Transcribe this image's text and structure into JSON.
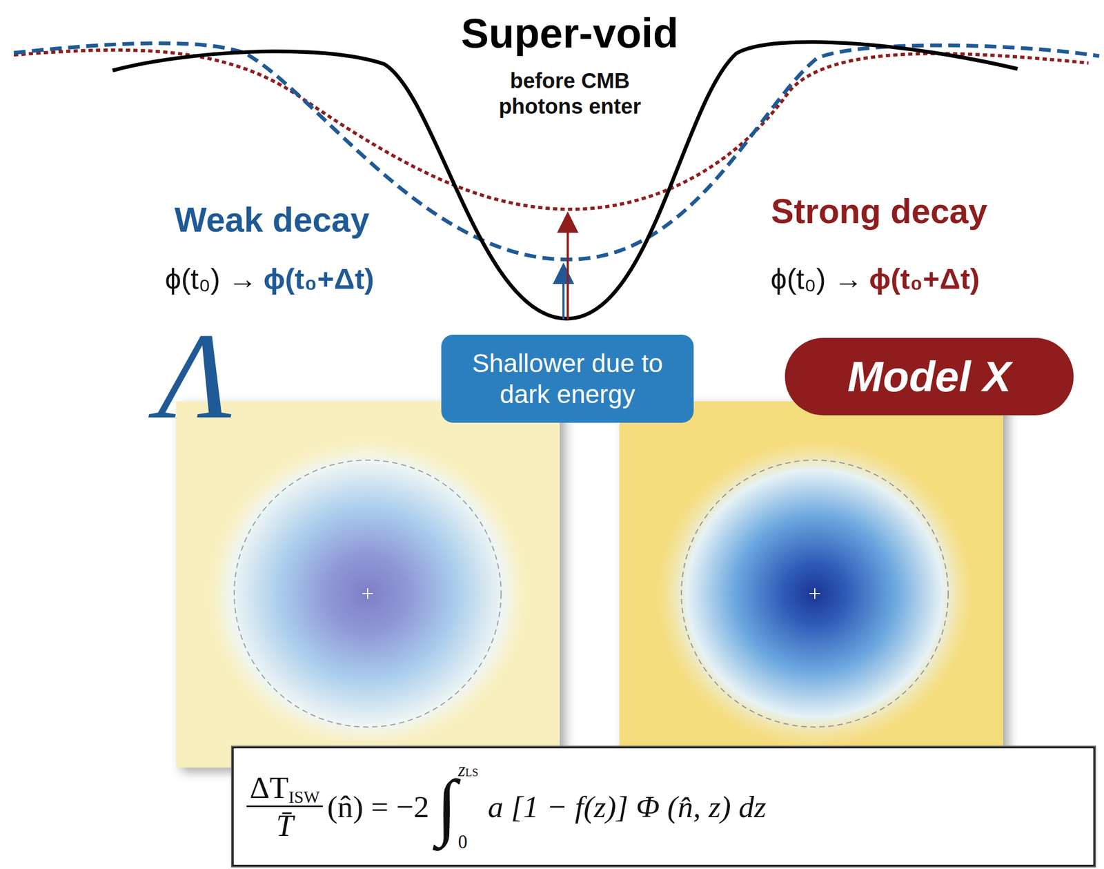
{
  "diagram": {
    "title": "Super-void",
    "nodes": [
      {
        "text": [
          "Shallower due to dark energy"
        ]
      },
      {
        "text": [
          "Model X"
        ]
      },
      {
        "text": [
          "ΔT",
          "ISW",
          "T̄",
          "(n̂) = −2",
          "∫",
          "z",
          "LS",
          "0",
          "a [1 − f(z)] Φ (n̂, z) dz"
        ]
      }
    ],
    "labels": [
      "before CMB photons enter",
      "Weak decay",
      "ϕ(t₀) →",
      "ϕ(t₀+Δt)",
      "Strong decay",
      "ϕ(t₀) →",
      "ϕ(t₀+Δt)",
      "Λ"
    ]
  }
}
